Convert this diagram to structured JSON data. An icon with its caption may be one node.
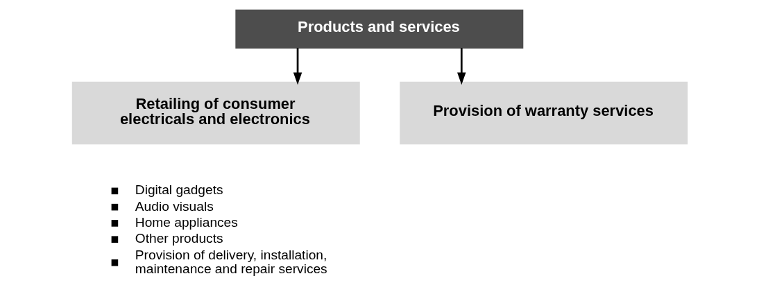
{
  "diagram": {
    "nodes": [
      {
        "text": [
          "Products and services"
        ]
      },
      {
        "text": [
          "Retailing of consumer electricals and electronics"
        ],
        "beside": [
          "Digital gadgets",
          "Audio visuals",
          "Home appliances",
          "Other products",
          "Provision of delivery, installation, maintenance and repair services"
        ]
      },
      {
        "text": [
          "Provision of warranty services"
        ]
      }
    ],
    "edges": [
      {
        "from": 0,
        "to": 1,
        "arrow": "to"
      },
      {
        "from": 0,
        "to": 2,
        "arrow": "to"
      }
    ]
  }
}
